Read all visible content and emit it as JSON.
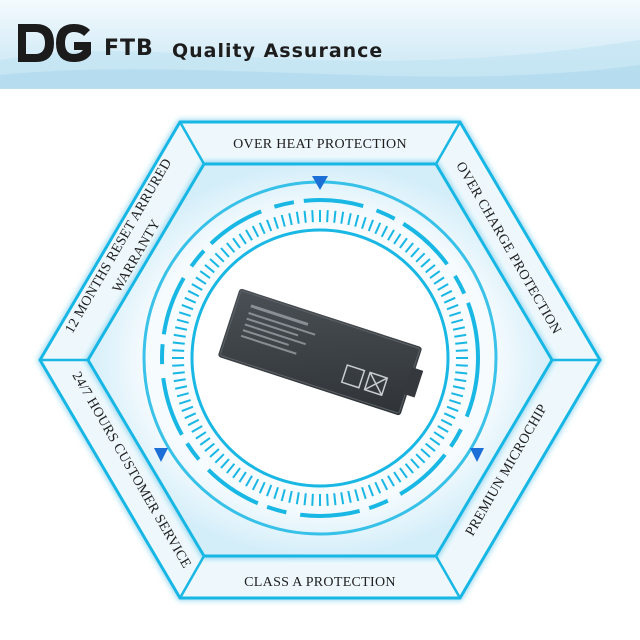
{
  "header": {
    "brand_suffix": "FTB",
    "tagline": "Quality Assurance"
  },
  "features": {
    "top": "OVER HEAT PROTECTION",
    "top_right": "OVER CHARGE PROTECTION",
    "bottom_right": "PREMIUN MICROCHIP",
    "bottom": "CLASS A PROTECTION",
    "bottom_left": "24/7 HOURS CUSTOMER SERVICE",
    "top_left_line1": "12 MONTHS RESET ARRURED",
    "top_left_line2": "WARRANTY"
  },
  "colors": {
    "accent": "#19b7e4",
    "arrow": "#1d6fd8",
    "battery": "#3f4448"
  }
}
